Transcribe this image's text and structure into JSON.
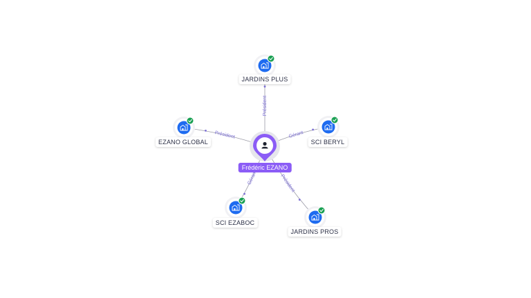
{
  "colors": {
    "edge": "#9a9aa6",
    "edge_label": "#7c6fd6",
    "company_icon_bg": "#1e6bf0",
    "check_badge": "#1aa053",
    "person_pin": "#8b5cf6",
    "person_halo": "#e6e6ec"
  },
  "center": {
    "name": "Frédéric EZANO",
    "icon": "person-icon"
  },
  "companies": [
    {
      "id": "jardins-plus",
      "name": "JARDINS PLUS",
      "role": "Président",
      "icon": "building-icon",
      "verified": true
    },
    {
      "id": "ezano-global",
      "name": "EZANO GLOBAL",
      "role": "Président",
      "icon": "building-icon",
      "verified": true
    },
    {
      "id": "sci-beryl",
      "name": "SCI BERYL",
      "role": "Gérant",
      "icon": "building-icon",
      "verified": true
    },
    {
      "id": "sci-ezaboc",
      "name": "SCI EZABOC",
      "role": "Gérant",
      "icon": "building-icon",
      "verified": true
    },
    {
      "id": "jardins-pros",
      "name": "JARDINS PROS",
      "role": "Président",
      "icon": "building-icon",
      "verified": true
    }
  ]
}
